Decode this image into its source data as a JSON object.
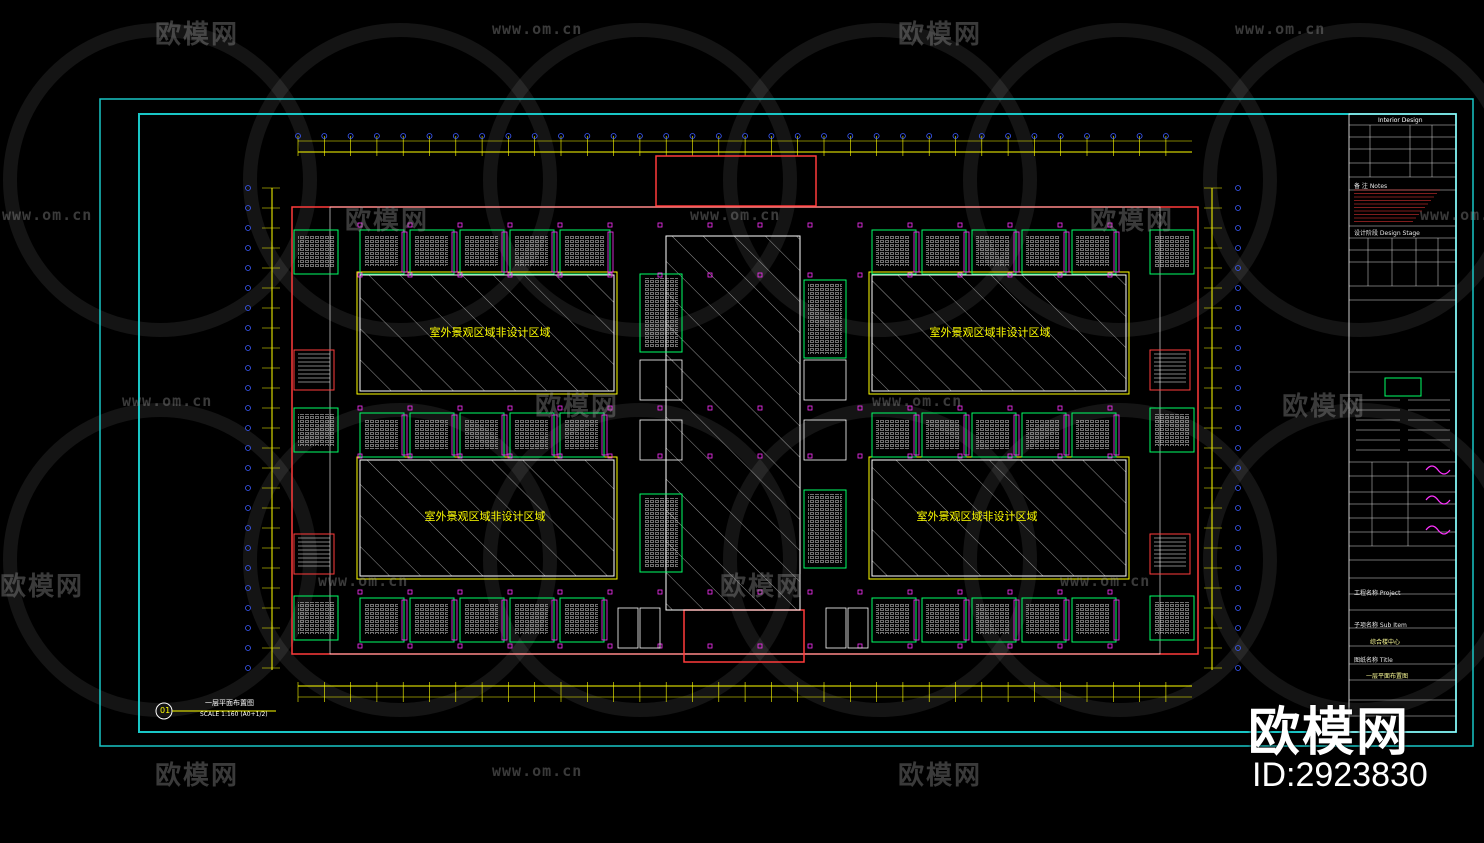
{
  "watermarks": {
    "brand": "欧模网",
    "url": "www.om.cn"
  },
  "drawing": {
    "zones": [
      "室外景观区域非设计区域",
      "室外景观区域非设计区域",
      "室外景观区域非设计区域",
      "室外景观区域非设计区域"
    ],
    "view_number": "01",
    "view_title": "一层平面布置图",
    "scale": "SCALE 1:160 (A0+1/2)"
  },
  "title_block": {
    "header": "Interior Design",
    "notes_label": "备 注 Notes",
    "stage_label": "设计阶段 Design Stage",
    "client_label": "工程名称 Project",
    "drawing_label": "图纸名称 Title",
    "drawing_name": "一层平面布置图",
    "id_label": "子项名称 Sub Item",
    "sub_item": "综合楼中心"
  },
  "corner_mark": {
    "brand": "欧模网",
    "id": "ID:2923830"
  },
  "colors": {
    "frame": "#19c6c6",
    "wall": "#ff3b3b",
    "room": "#00ff66",
    "dim": "#ffff00",
    "axis": "#3c5cff",
    "accent": "#ff33ff"
  }
}
